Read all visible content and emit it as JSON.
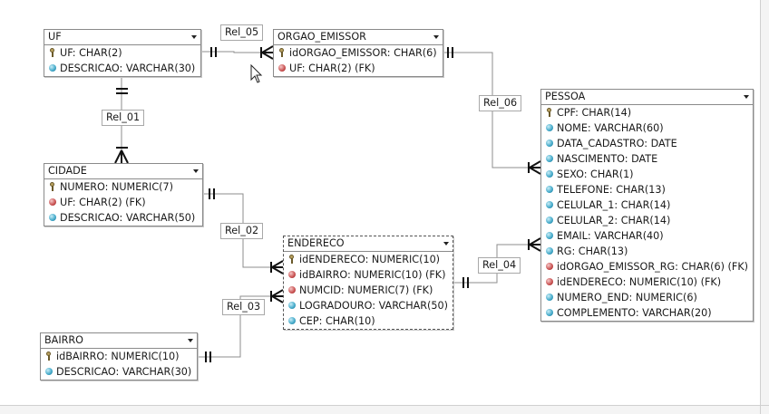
{
  "entities": {
    "uf": {
      "name": "UF",
      "rows": [
        {
          "icon": "key",
          "text": "UF: CHAR(2)"
        },
        {
          "icon": "attr",
          "text": "DESCRICAO: VARCHAR(30)"
        }
      ]
    },
    "orgao_emissor": {
      "name": "ORGAO_EMISSOR",
      "rows": [
        {
          "icon": "key",
          "text": "idORGAO_EMISSOR: CHAR(6)"
        },
        {
          "icon": "fk",
          "text": "UF: CHAR(2) (FK)"
        }
      ]
    },
    "cidade": {
      "name": "CIDADE",
      "rows": [
        {
          "icon": "key",
          "text": "NUMERO: NUMERIC(7)"
        },
        {
          "icon": "fk",
          "text": "UF: CHAR(2) (FK)"
        },
        {
          "icon": "attr",
          "text": "DESCRICAO: VARCHAR(50)"
        }
      ]
    },
    "endereco": {
      "name": "ENDERECO",
      "rows": [
        {
          "icon": "key",
          "text": "idENDERECO: NUMERIC(10)"
        },
        {
          "icon": "fk",
          "text": "idBAIRRO: NUMERIC(10) (FK)"
        },
        {
          "icon": "fk",
          "text": "NUMCID: NUMERIC(7) (FK)"
        },
        {
          "icon": "attr",
          "text": "LOGRADOURO: VARCHAR(50)"
        },
        {
          "icon": "attr",
          "text": "CEP: CHAR(10)"
        }
      ]
    },
    "bairro": {
      "name": "BAIRRO",
      "rows": [
        {
          "icon": "key",
          "text": "idBAIRRO: NUMERIC(10)"
        },
        {
          "icon": "attr",
          "text": "DESCRICAO: VARCHAR(30)"
        }
      ]
    },
    "pessoa": {
      "name": "PESSOA",
      "rows": [
        {
          "icon": "key",
          "text": "CPF: CHAR(14)"
        },
        {
          "icon": "attr",
          "text": "NOME: VARCHAR(60)"
        },
        {
          "icon": "attr",
          "text": "DATA_CADASTRO: DATE"
        },
        {
          "icon": "attr",
          "text": "NASCIMENTO: DATE"
        },
        {
          "icon": "attr",
          "text": "SEXO: CHAR(1)"
        },
        {
          "icon": "attr",
          "text": "TELEFONE: CHAR(13)"
        },
        {
          "icon": "attr",
          "text": "CELULAR_1: CHAR(14)"
        },
        {
          "icon": "attr",
          "text": "CELULAR_2: CHAR(14)"
        },
        {
          "icon": "attr",
          "text": "EMAIL: VARCHAR(40)"
        },
        {
          "icon": "attr",
          "text": "RG: CHAR(13)"
        },
        {
          "icon": "fk",
          "text": "idORGAO_EMISSOR_RG: CHAR(6) (FK)"
        },
        {
          "icon": "fk",
          "text": "idENDERECO: NUMERIC(10) (FK)"
        },
        {
          "icon": "attr",
          "text": "NUMERO_END: NUMERIC(6)"
        },
        {
          "icon": "attr",
          "text": "COMPLEMENTO: VARCHAR(20)"
        }
      ]
    }
  },
  "relationships": {
    "rel_01": "Rel_01",
    "rel_02": "Rel_02",
    "rel_03": "Rel_03",
    "rel_04": "Rel_04",
    "rel_05": "Rel_05",
    "rel_06": "Rel_06"
  },
  "colors": {
    "line": "#8c8c8c",
    "attr_icon": "#41a8c8",
    "fk_icon": "#c85050",
    "key_icon": "#b8a060"
  }
}
